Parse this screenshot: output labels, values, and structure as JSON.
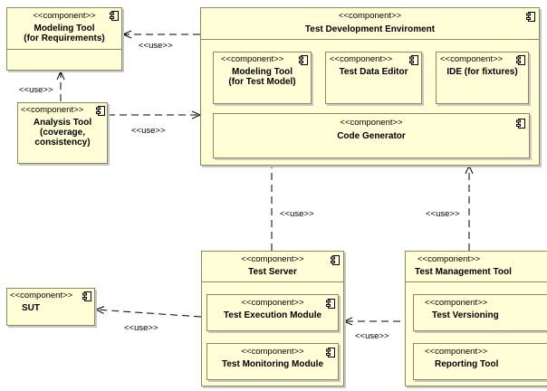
{
  "stereotype": "<<component>>",
  "use_label": "<<use>>",
  "components": {
    "modeling_tool_req": {
      "name_lines": [
        "Modeling Tool",
        "(for Requirements)"
      ]
    },
    "analysis_tool": {
      "name_lines": [
        "Analysis Tool",
        "(coverage,",
        "consistency)"
      ]
    },
    "test_dev_env": {
      "name_lines": [
        "Test Development Enviroment"
      ]
    },
    "modeling_tool_test": {
      "name_lines": [
        "Modeling Tool",
        "(for Test Model)"
      ]
    },
    "test_data_editor": {
      "name_lines": [
        "Test Data Editor"
      ]
    },
    "ide": {
      "name_lines": [
        "IDE (for fixtures)"
      ]
    },
    "code_generator": {
      "name_lines": [
        "Code Generator"
      ]
    },
    "sut": {
      "name_lines": [
        "SUT"
      ]
    },
    "test_server": {
      "name_lines": [
        "Test Server"
      ]
    },
    "test_exec_module": {
      "name_lines": [
        "Test Execution Module"
      ]
    },
    "test_monitoring_module": {
      "name_lines": [
        "Test Monitoring Module"
      ]
    },
    "test_mgmt_tool": {
      "name_lines": [
        "Test Management Tool"
      ]
    },
    "test_versioning": {
      "name_lines": [
        "Test Versioning"
      ]
    },
    "reporting_tool": {
      "name_lines": [
        "Reporting Tool"
      ]
    }
  },
  "dependencies": [
    {
      "from": "test_dev_env",
      "to": "modeling_tool_req",
      "label": "<<use>>"
    },
    {
      "from": "analysis_tool",
      "to": "modeling_tool_req",
      "label": "<<use>>"
    },
    {
      "from": "analysis_tool",
      "to": "test_dev_env",
      "label": "<<use>>"
    },
    {
      "from": "test_server",
      "to": "code_generator",
      "label": "<<use>>"
    },
    {
      "from": "test_mgmt_tool",
      "to": "test_dev_env",
      "label": "<<use>>"
    },
    {
      "from": "test_server",
      "to": "sut",
      "label": "<<use>>"
    },
    {
      "from": "test_mgmt_tool",
      "to": "test_exec_module",
      "label": "<<use>>"
    }
  ]
}
